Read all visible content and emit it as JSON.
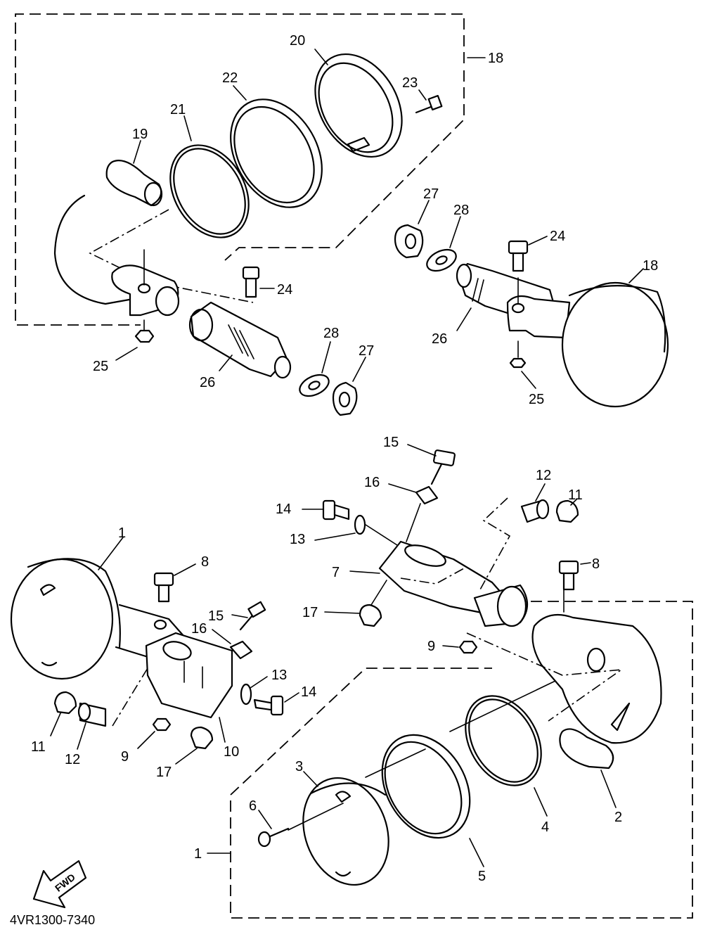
{
  "diagram": {
    "code": "4VR1300-7340",
    "fwd_label": "FWD",
    "callouts": {
      "c18a": "18",
      "c20": "20",
      "c23": "23",
      "c22": "22",
      "c21": "21",
      "c19": "19",
      "c24a": "24",
      "c25a": "25",
      "c26a": "26",
      "c28a": "28",
      "c27a": "27",
      "c27b": "27",
      "c28b": "28",
      "c24b": "24",
      "c18b": "18",
      "c26b": "26",
      "c25b": "25",
      "c15a": "15",
      "c16a": "16",
      "c14a": "14",
      "c13a": "13",
      "c12a": "12",
      "c11a": "11",
      "c7": "7",
      "c17a": "17",
      "c8b": "8",
      "c9b": "9",
      "c1a": "1",
      "c8a": "8",
      "c15b": "15",
      "c16b": "16",
      "c13b": "13",
      "c14b": "14",
      "c11b": "11",
      "c12b": "12",
      "c9a": "9",
      "c17b": "17",
      "c10": "10",
      "c3": "3",
      "c6": "6",
      "c1b": "1",
      "c4": "4",
      "c2": "2",
      "c5": "5"
    }
  }
}
